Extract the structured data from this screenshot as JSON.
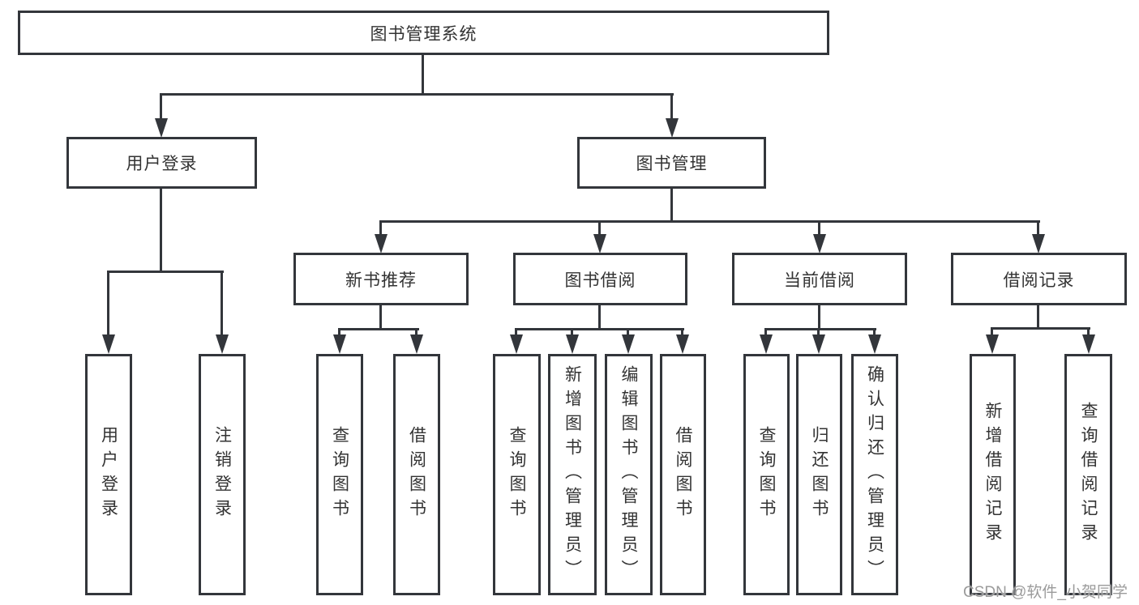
{
  "colors": {
    "line": "#33363b",
    "text": "#333333",
    "watermark": "#9b9b9b",
    "background": "#ffffff"
  },
  "nodes": {
    "root": "图书管理系统",
    "user_login": "用户登录",
    "book_management": "图书管理",
    "new_book_recommend": "新书推荐",
    "book_borrow": "图书借阅",
    "current_borrow": "当前借阅",
    "borrow_records": "借阅记录",
    "leaf_user_login": "用户登录",
    "leaf_logout": "注销登录",
    "leaf_nb_query_book": "查询图书",
    "leaf_nb_borrow_book": "借阅图书",
    "leaf_bb_query_book": "查询图书",
    "leaf_bb_add_book": "新增图书（管理员）",
    "leaf_bb_edit_book": "编辑图书（管理员）",
    "leaf_bb_borrow_book": "借阅图书",
    "leaf_cb_query_book": "查询图书",
    "leaf_cb_return_book": "归还图书",
    "leaf_cb_confirm_return": "确认归还（管理员）",
    "leaf_br_add_record": "新增借阅记录",
    "leaf_br_query_record": "查询借阅记录"
  },
  "watermark": "CSDN @软件_小贺同学"
}
